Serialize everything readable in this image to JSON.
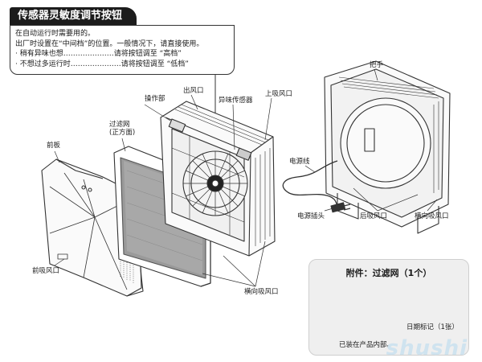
{
  "panel": {
    "title": "传感器灵敏度调节按钮",
    "lines": [
      "在自动运行时需要用的。",
      "出厂时设置在“中间档”的位置。一般情况下，请直接使用。",
      "· 稍有异味也想…………………请将按钮调至 “高档”",
      "· 不想过多运行时…………………请将按钮调至 “低档”"
    ]
  },
  "labels": {
    "front_panel": "前板",
    "filter": "过滤网",
    "filter_note": "(正方面)",
    "front_inlet": "前吸风口",
    "operation": "操作部",
    "outlet": "出风口",
    "odor_sensor": "异味传感器",
    "top_inlet": "上吸风口",
    "side_inlet": "横向吸风口",
    "handle": "把手",
    "power_cord": "电源线",
    "power_plug": "电源插头",
    "rear_inlet": "后吸风口",
    "side_inlet_right": "横向吸风口"
  },
  "attachment": {
    "title": "附件：过滤网（1个）",
    "date_label": "日期标记（1张）",
    "note": "已装在产品内部。"
  },
  "watermark": "shushi"
}
